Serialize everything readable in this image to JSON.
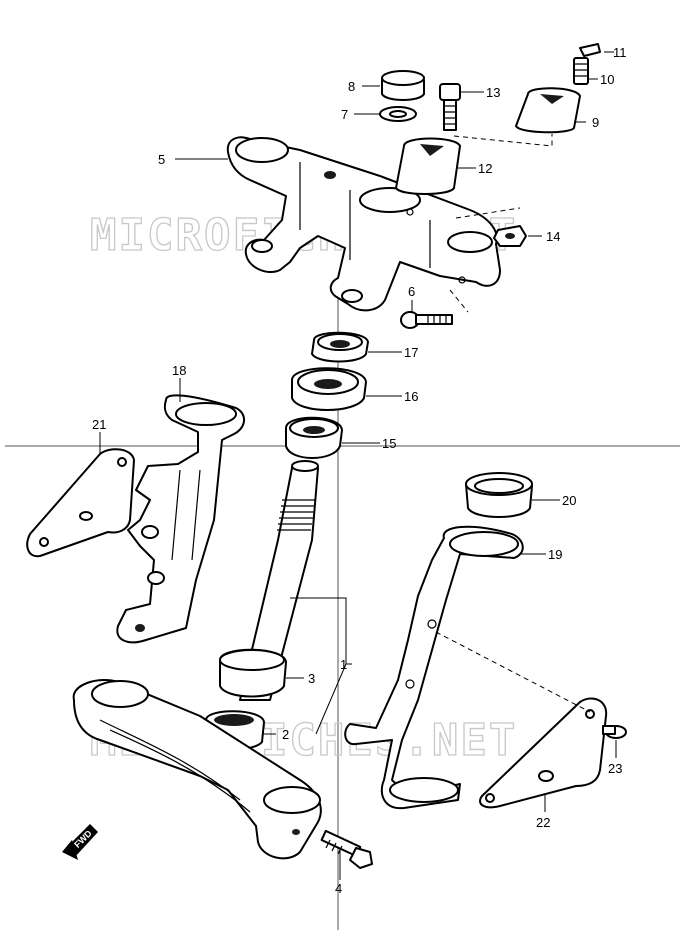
{
  "watermark": "MICROFICHES.NET",
  "fwd_label": "FWD",
  "callouts": {
    "c1": "1",
    "c2": "2",
    "c3": "3",
    "c4": "4",
    "c5": "5",
    "c6": "6",
    "c7": "7",
    "c8": "8",
    "c9": "9",
    "c10": "10",
    "c11": "11",
    "c12": "12",
    "c13": "13",
    "c14": "14",
    "c15": "15",
    "c16": "16",
    "c17": "17",
    "c18": "18",
    "c19": "19",
    "c20": "20",
    "c21": "21",
    "c22": "22",
    "c23": "23"
  }
}
